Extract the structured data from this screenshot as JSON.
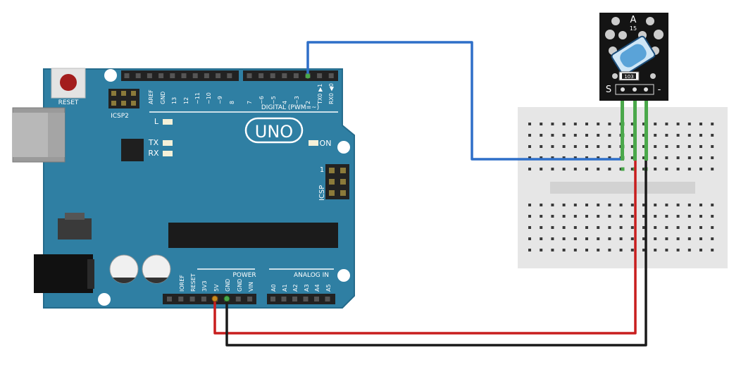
{
  "colors": {
    "board": "#2f7fa3",
    "board_edge": "#256b8c",
    "breadboard": "#e6e6e6",
    "breadboard_hole": "#3a3a3a",
    "wire_signal": "#2e6fc8",
    "wire_power": "#c81e1e",
    "wire_ground": "#1a1a1a",
    "module": "#141414",
    "switch_body": "#5aa3d8",
    "pin_green": "#4aa84a"
  },
  "board": {
    "reset_label": "RESET",
    "icsp2_label": "ICSP2",
    "icsp_label": "ICSP",
    "icsp_pin1": "1",
    "logo": "UNO",
    "digital_label": "DIGITAL (PWM=~)",
    "led_l": "L",
    "led_tx": "TX",
    "led_rx": "RX",
    "led_on": "ON",
    "power_label": "POWER",
    "analog_label": "ANALOG IN",
    "top_header_pins": [
      "AREF",
      "GND",
      "13",
      "12",
      "~11",
      "~10",
      "~9",
      "8",
      "7",
      "~6",
      "~5",
      "4",
      "~3",
      "2",
      "TX0 ▶1",
      "RX0 ◀0"
    ],
    "power_pins": [
      "IOREF",
      "RESET",
      "3V3",
      "5V",
      "GND",
      "GND",
      "VIN"
    ],
    "analog_pins": [
      "A0",
      "A1",
      "A2",
      "A3",
      "A4",
      "A5"
    ]
  },
  "module": {
    "title": "A",
    "subtitle": "15",
    "resistor_label": "103",
    "pin_s": "S",
    "pin_minus": "-"
  }
}
